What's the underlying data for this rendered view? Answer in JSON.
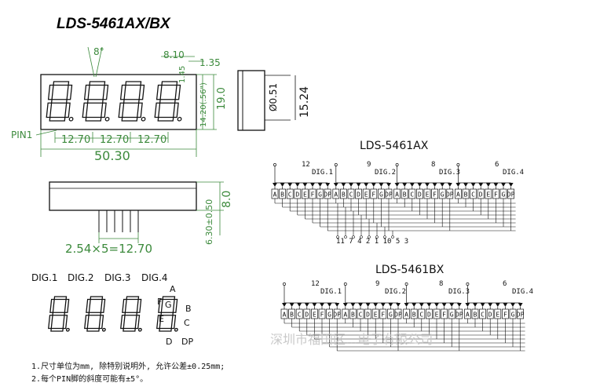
{
  "title": "LDS-5461AX/BX",
  "front": {
    "angle": "8°",
    "pitch1": "8.10",
    "gap": "1.35",
    "small": "1.45",
    "digit_h": "14.20(.56\")",
    "height": "19.0",
    "pin1": "PIN1",
    "spacings": [
      "12.70",
      "12.70",
      "12.70"
    ],
    "width": "50.30"
  },
  "side": {
    "pin_dia": "Ø0.51",
    "depth": "15.24"
  },
  "bottom": {
    "pin_span": "2.54×5=12.70",
    "h1": "6.30±0.50",
    "h2": "8.0"
  },
  "labels": {
    "digits": [
      "DIG.1",
      "DIG.2",
      "DIG.3",
      "DIG.4"
    ],
    "segments": [
      "A",
      "F",
      "G",
      "B",
      "E",
      "C",
      "D",
      "DP"
    ]
  },
  "schematic_ax": {
    "title": "LDS-5461AX",
    "dig_pins": [
      "12",
      "9",
      "8",
      "6"
    ],
    "dig_labels": [
      "DIG.1",
      "DIG.2",
      "DIG.3",
      "DIG.4"
    ],
    "bottom_pins": "11 7 4 2 1 10 5 3"
  },
  "schematic_bx": {
    "title": "LDS-5461BX",
    "dig_pins": [
      "12",
      "9",
      "8",
      "6"
    ],
    "dig_labels": [
      "DIG.1",
      "DIG.2",
      "DIG.3",
      "DIG.4"
    ]
  },
  "segment_row": [
    "A",
    "B",
    "C",
    "D",
    "E",
    "F",
    "G",
    "DP"
  ],
  "notes": [
    "1.尺寸单位为mm, 除特别说明外, 允许公差±0.25mm;",
    "2.每个PIN脚的斜度可能有±5°。"
  ],
  "watermark": "深圳市福田区...电子有限公司"
}
